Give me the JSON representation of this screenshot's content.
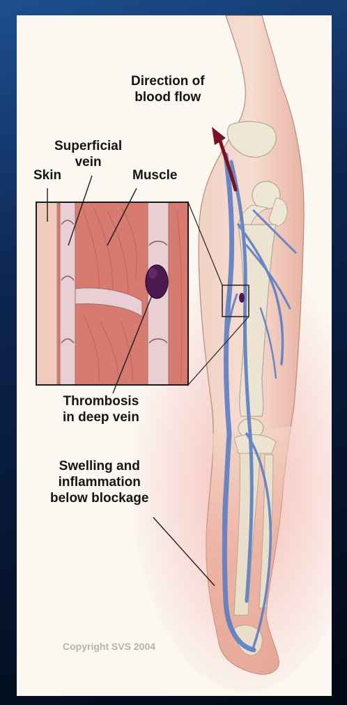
{
  "labels": {
    "direction_line1": "Direction of",
    "direction_line2": "blood flow",
    "superficial_line1": "Superficial",
    "superficial_line2": "vein",
    "skin": "Skin",
    "muscle": "Muscle",
    "thrombosis_line1": "Thrombosis",
    "thrombosis_line2": "in deep vein",
    "swelling_line1": "Swelling and",
    "swelling_line2": "inflammation",
    "swelling_line3": "below blockage"
  },
  "copyright": "Copyright SVS 2004",
  "colors": {
    "background": "#0d2550",
    "panel": "#fbf7f1",
    "skin": "#eab8a6",
    "muscle": "#c6655c",
    "vein": "#5c7fc4",
    "clot": "#4a1a4e",
    "artery_arrow": "#7a1020",
    "bone": "#ece4d2"
  },
  "icons": [
    "blood-flow-arrow",
    "blood-clot"
  ]
}
